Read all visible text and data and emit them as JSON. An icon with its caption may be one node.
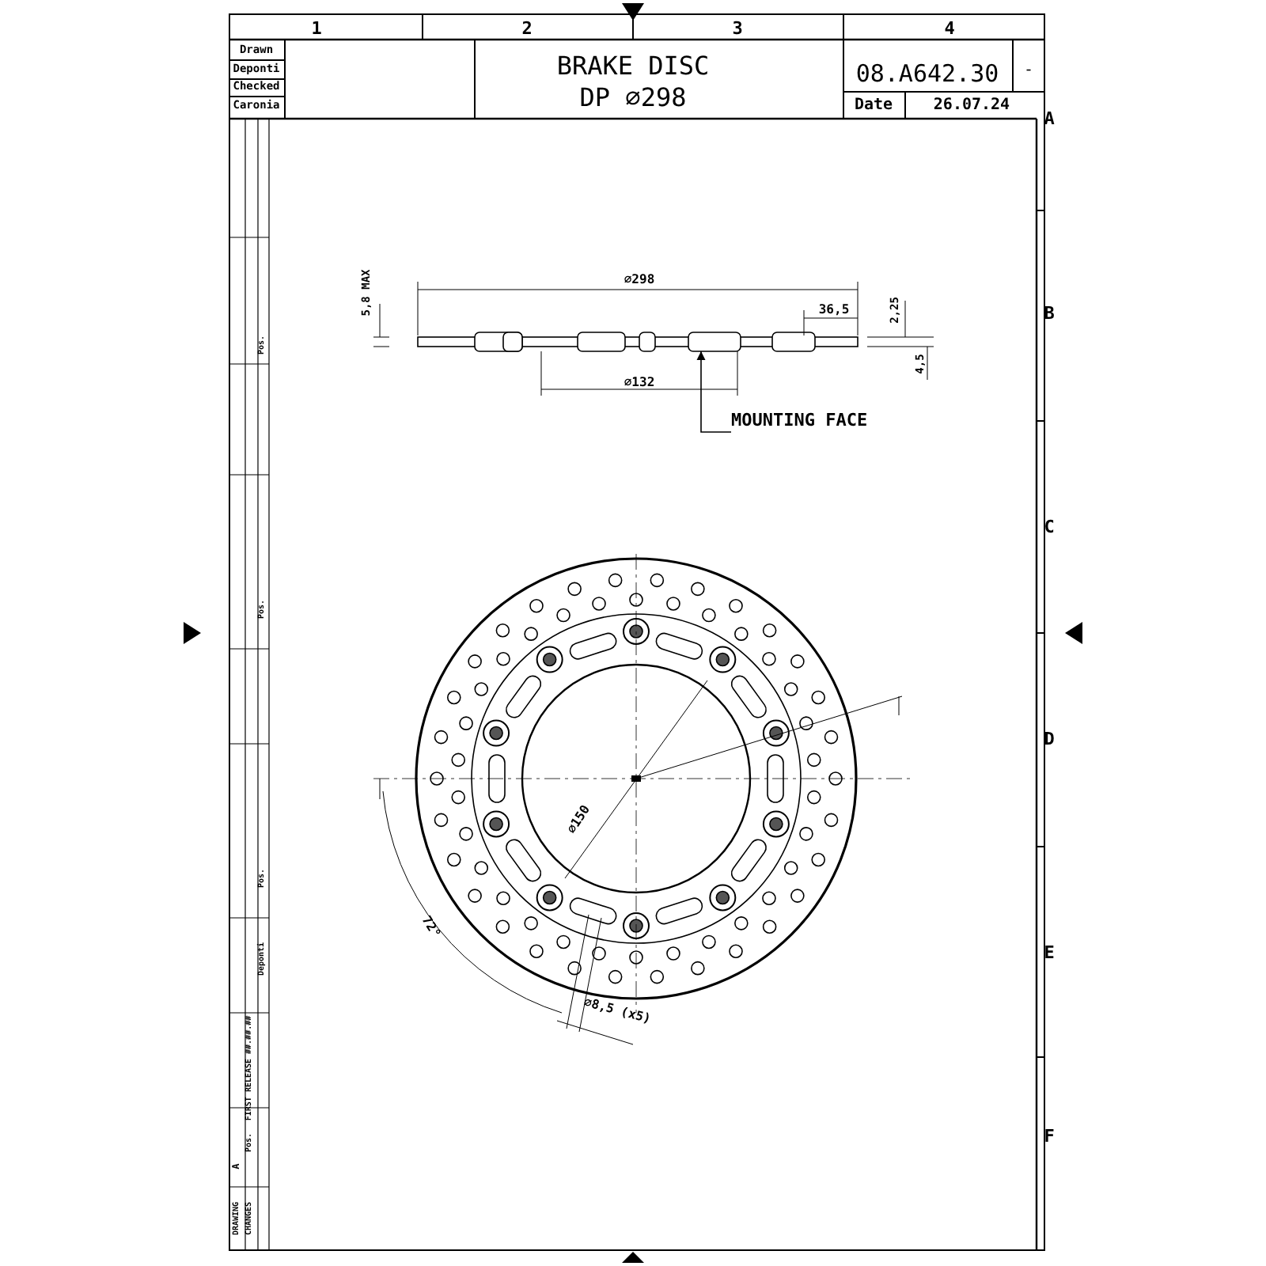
{
  "diagram": {
    "nodes": [
      {
        "text": [
          "MOUNTING FACE"
        ]
      },
      {
        "text": [],
        "shape": "bar"
      }
    ],
    "edges": [
      {
        "from": 0,
        "to": 1,
        "arrow": "to"
      }
    ],
    "labels": [
      "1",
      "2",
      "3",
      "4",
      "Drawn",
      "Deponti",
      "Checked",
      "Caronia",
      "BRAKE DISC",
      "DP ⌀298",
      "08.A642.30",
      "-",
      "Date",
      "26.07.24",
      "A",
      "B",
      "C",
      "D",
      "E",
      "F",
      "5,8 MAX",
      "⌀298",
      "36,5",
      "2,25",
      "4,5",
      "⌀132",
      "⌀150",
      "72°",
      "⌀8,5 (x5)",
      "DRAWING",
      "CHANGES",
      "A",
      "Pos.",
      "FIRST RELEASE ##.##.##",
      "Deponti",
      "Pos.",
      "Pos.",
      "Pos."
    ]
  }
}
